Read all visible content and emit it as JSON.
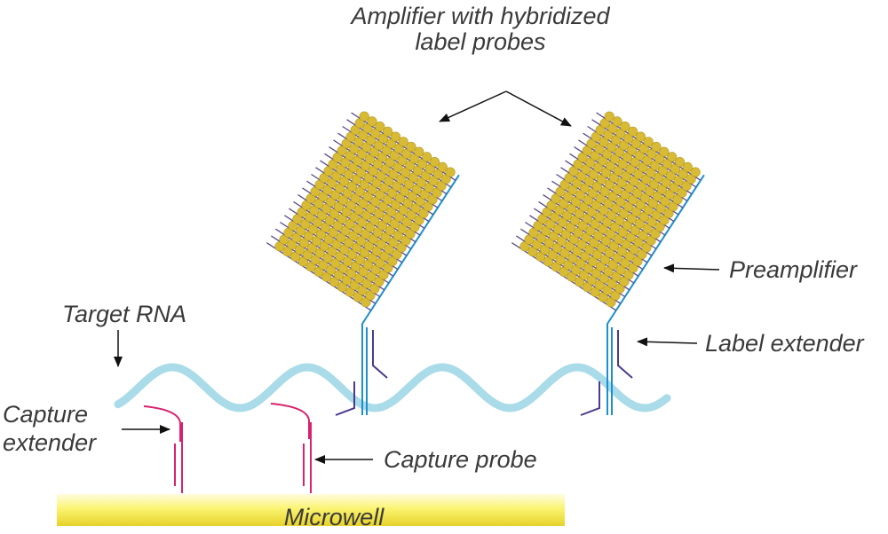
{
  "labels": {
    "amplifier_line1": "Amplifier with hybridized",
    "amplifier_line2": "label probes",
    "preamplifier": "Preamplifier",
    "label_extender": "Label extender",
    "target_rna": "Target RNA",
    "capture_extender_line1": "Capture",
    "capture_extender_line2": "extender",
    "capture_probe": "Capture probe",
    "microwell": "Microwell"
  },
  "colors": {
    "target_rna": "#a9dbe9",
    "preamplifier": "#1b8fcf",
    "label_extender": "#4b3a8c",
    "capture": "#d8226f",
    "bead": "#d8bb35",
    "bead_edge": "#b7992a",
    "probe_strand": "#5a4b8a",
    "microwell_top": "#fffce0",
    "microwell_mid": "#fbf472",
    "microwell_bottom": "#e6d22a",
    "text": "#3a3a3a",
    "arrow": "#111111"
  },
  "icons": [
    "arrow-icon"
  ]
}
